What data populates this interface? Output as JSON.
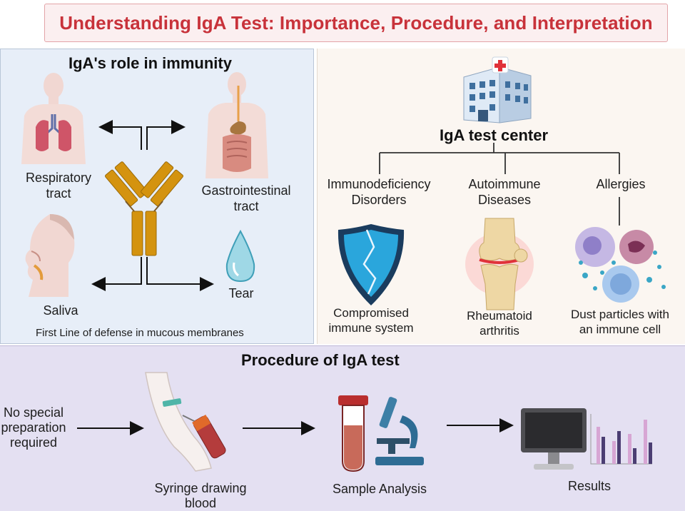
{
  "title": "Understanding IgA Test: Importance, Procedure, and Interpretation",
  "left_panel": {
    "heading": "IgA's role in immunity",
    "respiratory": "Respiratory\ntract",
    "gastro": "Gastrointestinal\ntract",
    "saliva": "Saliva",
    "tear": "Tear",
    "caption": "First Line of defense in mucous membranes"
  },
  "right_panel": {
    "heading": "IgA test center",
    "categories": [
      {
        "label": "Immunodeficiency\nDisorders",
        "caption": "Compromised\nimmune system"
      },
      {
        "label": "Autoimmune\nDiseases",
        "caption": "Rheumatoid\narthritis"
      },
      {
        "label": "Allergies",
        "caption": "Dust particles with\nan immune cell"
      }
    ]
  },
  "bottom_panel": {
    "heading": "Procedure of IgA test",
    "steps": [
      {
        "label": "No special\npreparation\nrequired"
      },
      {
        "label": "Syringe drawing\nblood"
      },
      {
        "label": "Sample Analysis"
      },
      {
        "label": "Results"
      }
    ]
  },
  "colors": {
    "title_text": "#c8323a",
    "title_bg": "#fbeff0",
    "left_bg": "#e7eef8",
    "right_bg": "#fbf6f1",
    "bottom_bg": "#e4e0f2",
    "antibody": "#d4930f",
    "shield": "#1d9ad6"
  },
  "icons": [
    "lungs-figure-icon",
    "digestive-figure-icon",
    "antibody-icon",
    "face-saliva-icon",
    "tear-drop-icon",
    "hospital-icon",
    "shield-icon",
    "knee-joint-icon",
    "immune-cells-icon",
    "arm-blood-draw-icon",
    "test-tube-icon",
    "microscope-icon",
    "monitor-icon",
    "bar-chart-icon"
  ]
}
